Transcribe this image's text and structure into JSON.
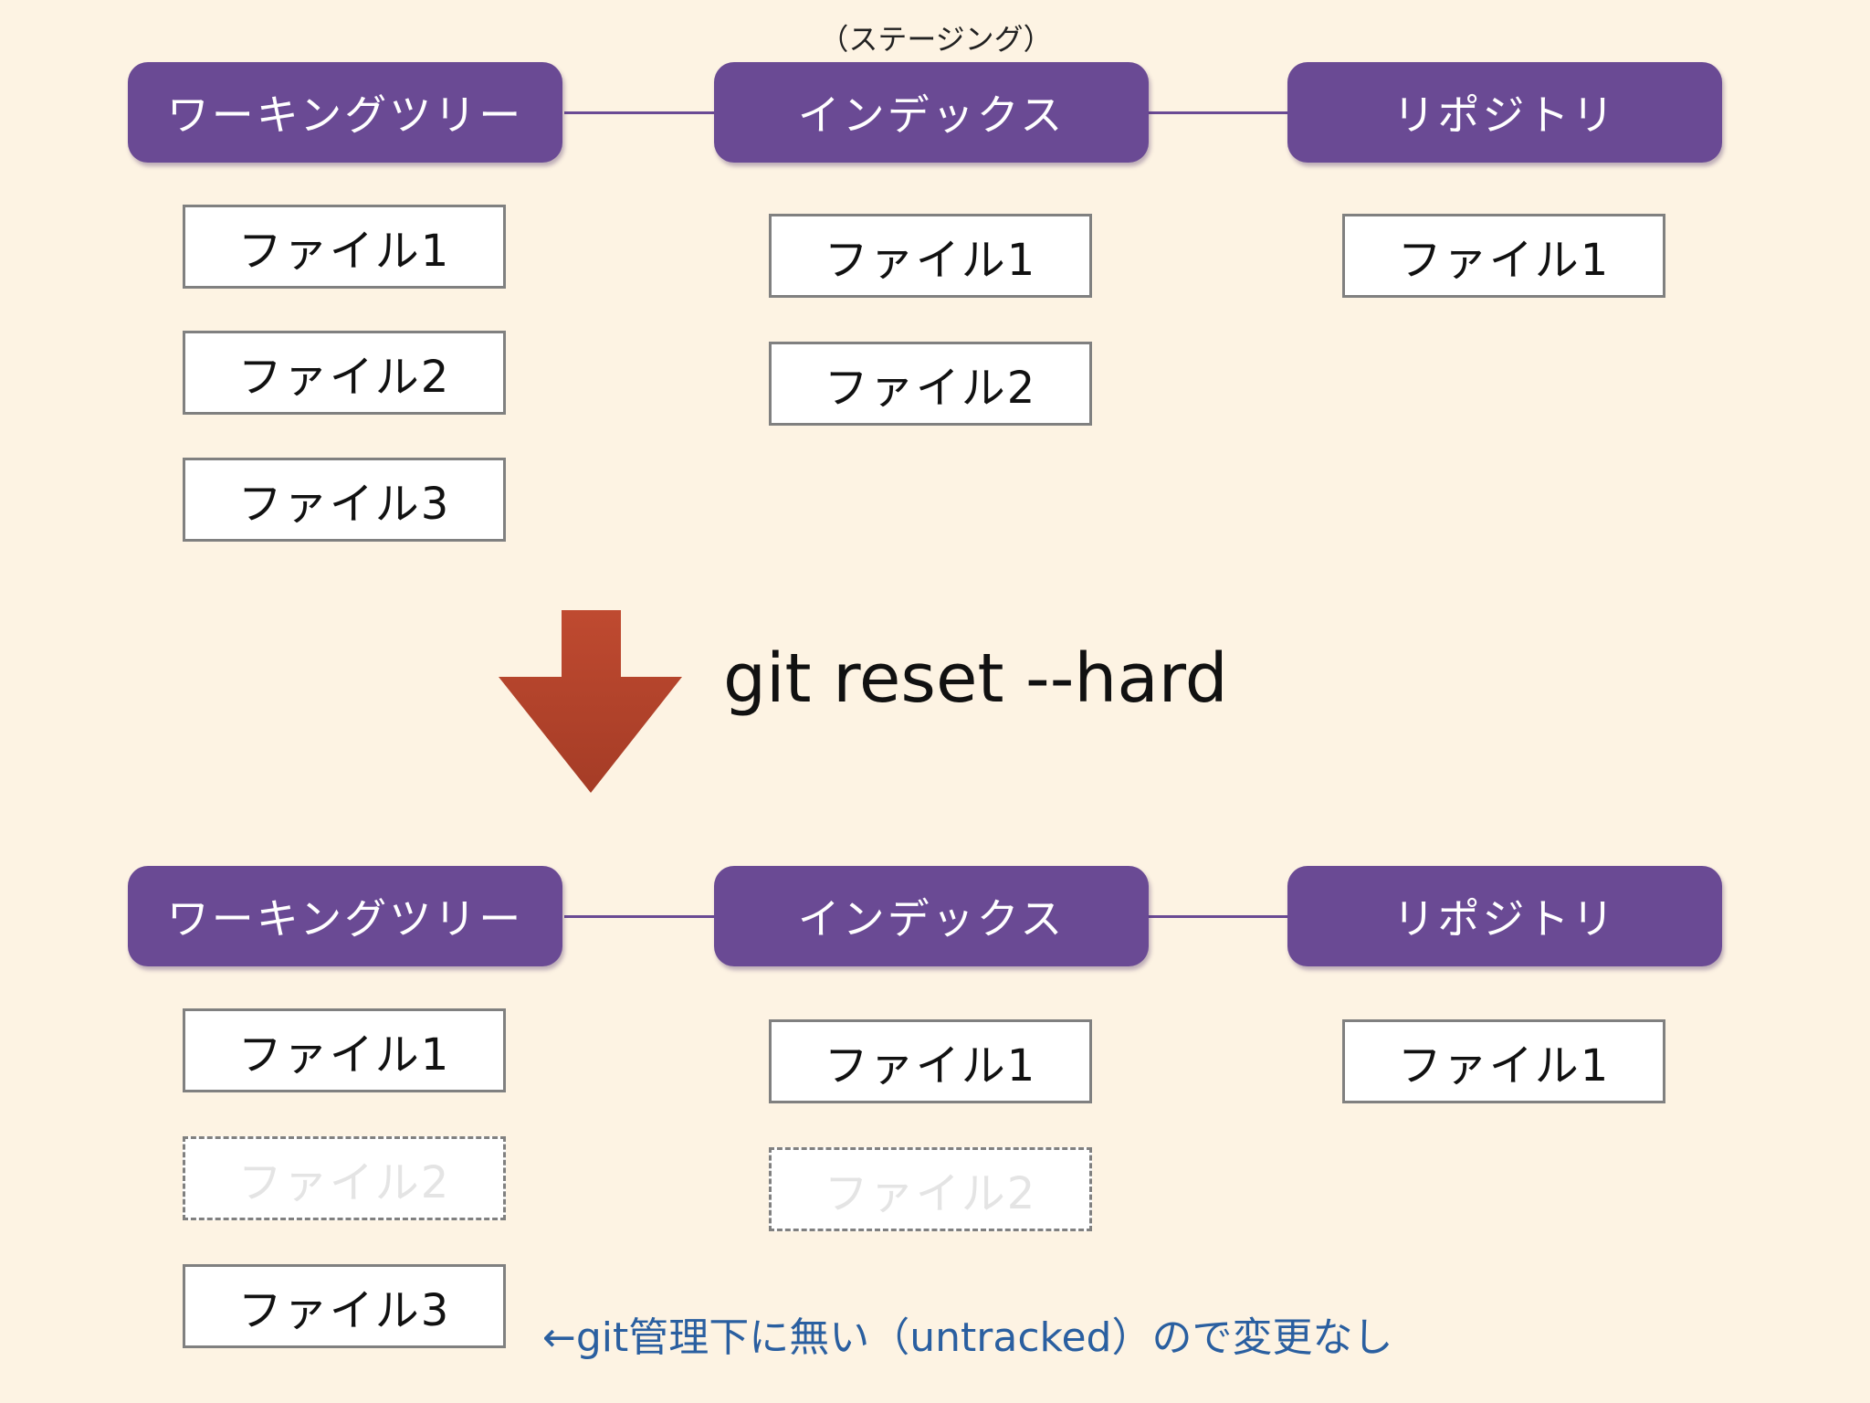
{
  "colors": {
    "background": "#fdf3e3",
    "header": "#6a4a94",
    "arrow": "#b5452e",
    "note": "#2a5fa0"
  },
  "before": {
    "staging_label": "（ステージング）",
    "headers": {
      "working_tree": "ワーキングツリー",
      "index": "インデックス",
      "repository": "リポジトリ"
    },
    "working_tree_files": [
      "ファイル1",
      "ファイル2",
      "ファイル3"
    ],
    "index_files": [
      "ファイル1",
      "ファイル2"
    ],
    "repository_files": [
      "ファイル1"
    ]
  },
  "command": "git reset --hard",
  "arrow_icon": "down-arrow-icon",
  "after": {
    "headers": {
      "working_tree": "ワーキングツリー",
      "index": "インデックス",
      "repository": "リポジトリ"
    },
    "working_tree_files": [
      "ファイル1",
      "ファイル2",
      "ファイル3"
    ],
    "index_files": [
      "ファイル1",
      "ファイル2"
    ],
    "repository_files": [
      "ファイル1"
    ]
  },
  "note": "←git管理下に無い（untracked）ので変更なし"
}
